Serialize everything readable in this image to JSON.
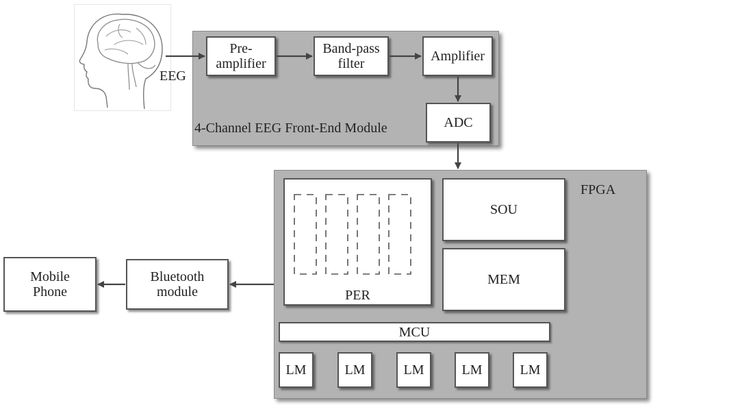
{
  "signal": {
    "eeg_label": "EEG"
  },
  "frontend": {
    "module_label": "4-Channel EEG Front-End Module",
    "preamp": "Pre-\namplifier",
    "bandpass": "Band-pass\nfilter",
    "amplifier": "Amplifier",
    "adc": "ADC"
  },
  "fpga": {
    "label": "FPGA",
    "per": "PER",
    "sou": "SOU",
    "mem": "MEM",
    "mcu": "MCU",
    "lm_blocks": [
      "LM",
      "LM",
      "LM",
      "LM",
      "LM"
    ]
  },
  "outputs": {
    "bluetooth": "Bluetooth\nmodule",
    "mobile": "Mobile\nPhone"
  }
}
